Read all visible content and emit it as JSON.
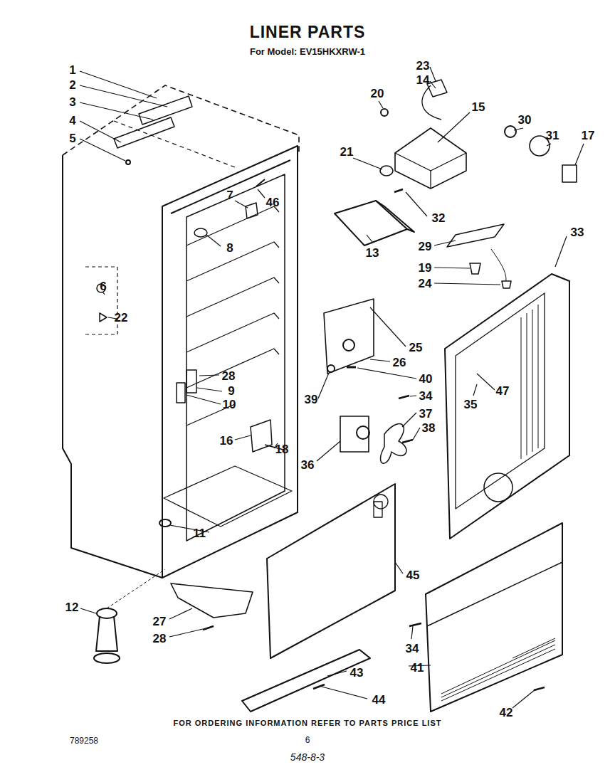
{
  "diagram": {
    "title": "LINER PARTS",
    "caption": "FOR ORDERING INFORMATION REFER TO PARTS PRICE LIST",
    "labels": [
      "For Model: EV15HKXRW-1",
      "1",
      "2",
      "3",
      "4",
      "5",
      "23",
      "14",
      "20",
      "15",
      "30",
      "31",
      "17",
      "21",
      "7",
      "46",
      "32",
      "8",
      "13",
      "29",
      "19",
      "33",
      "24",
      "6",
      "22",
      "25",
      "26",
      "28",
      "9",
      "10",
      "40",
      "39",
      "34",
      "35",
      "47",
      "37",
      "38",
      "16",
      "18",
      "36",
      "11",
      "45",
      "12",
      "27",
      "28",
      "34",
      "41",
      "43",
      "44",
      "42",
      "789258",
      "6",
      "548-8-3"
    ]
  }
}
